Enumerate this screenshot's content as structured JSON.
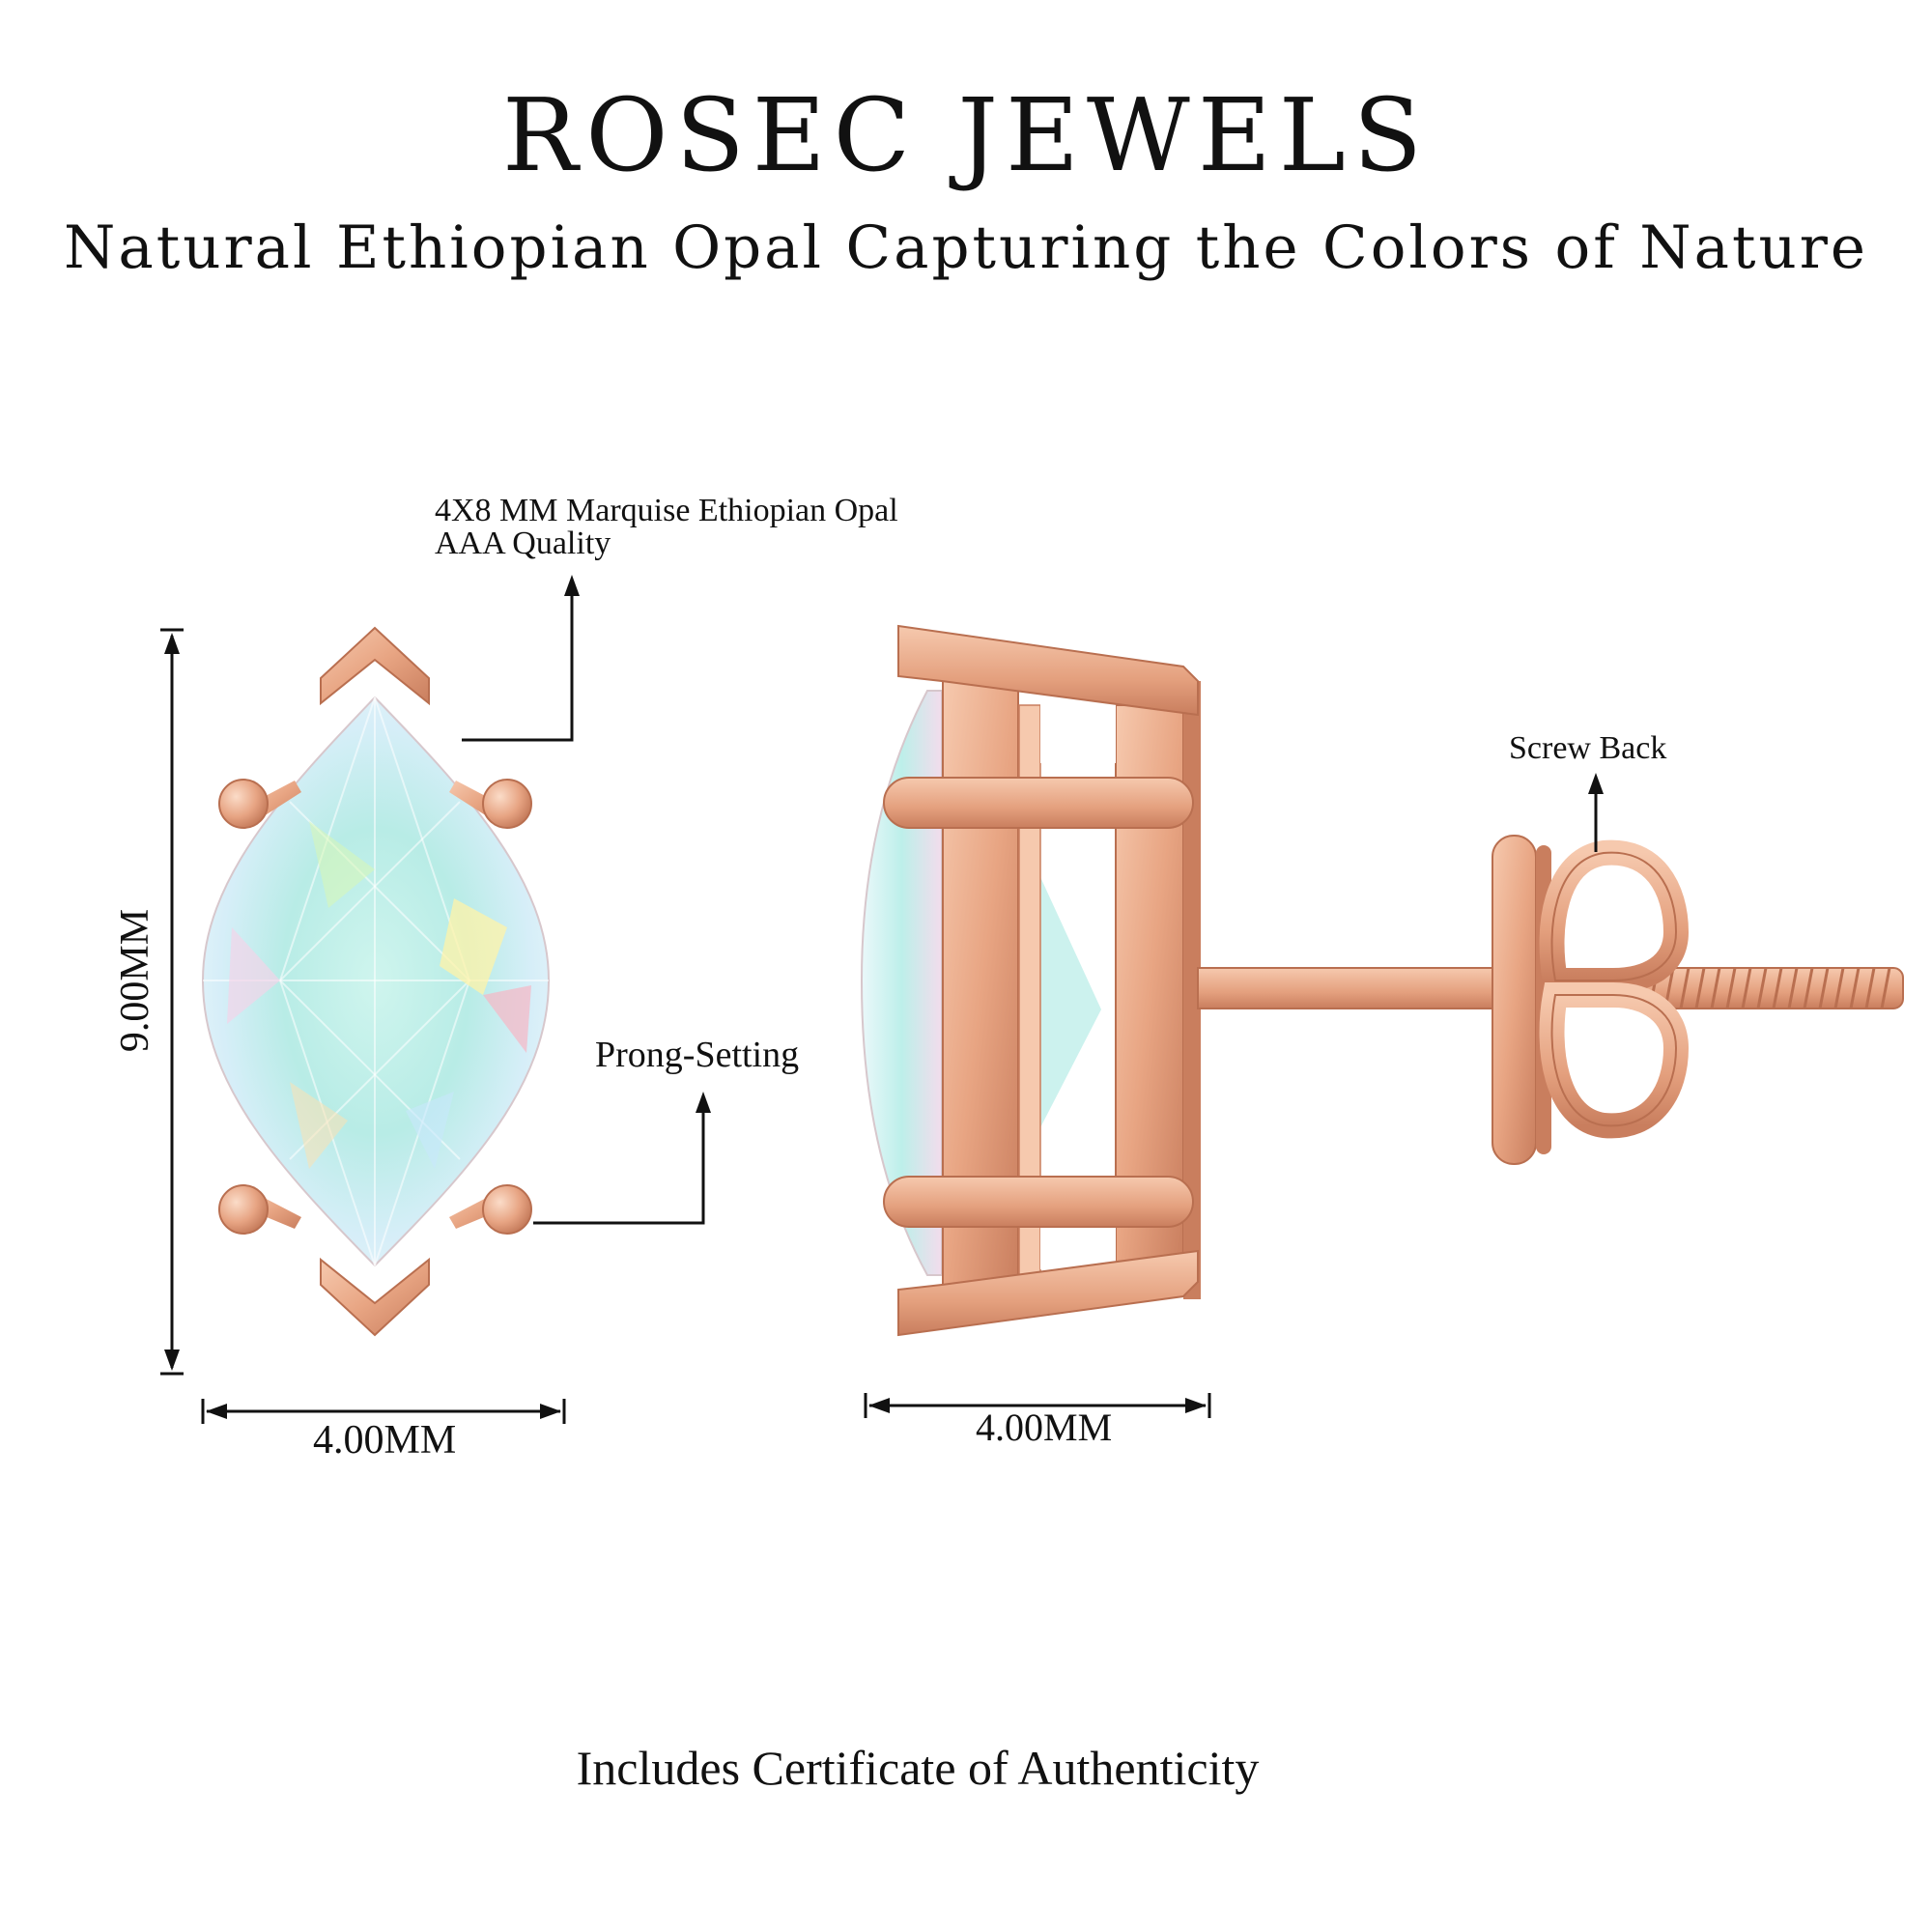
{
  "header": {
    "brand": "ROSEC JEWELS",
    "tagline": "Natural Ethiopian Opal Capturing the Colors of Nature"
  },
  "callouts": {
    "stone_line1": "4X8 MM Marquise Ethiopian Opal",
    "stone_line2": "AAA Quality",
    "prong": "Prong-Setting",
    "screw_back": "Screw Back"
  },
  "dimensions": {
    "height": "9.00MM",
    "front_width": "4.00MM",
    "side_width": "4.00MM"
  },
  "footer": {
    "certificate": "Includes Certificate of Authenticity"
  },
  "colors": {
    "gold": "#E8A583",
    "gold_dark": "#C97E5E",
    "gold_light": "#F6C9AE",
    "opal": "#BFEFEA",
    "line": "#111111"
  }
}
